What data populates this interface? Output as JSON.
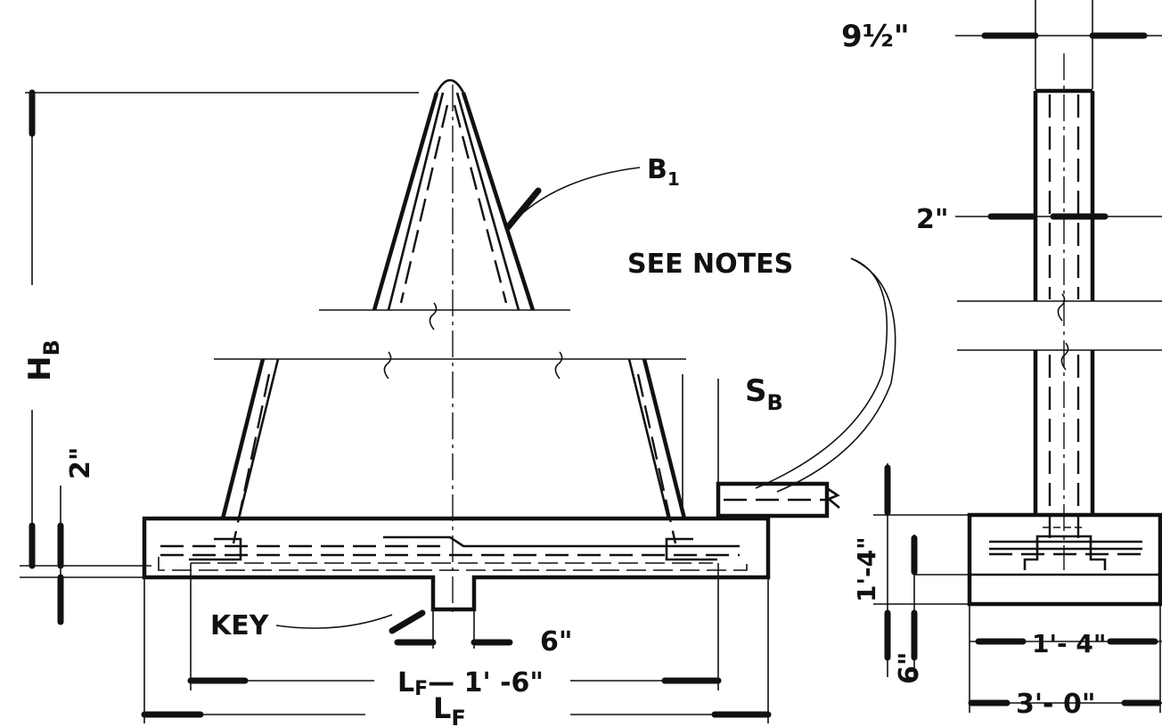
{
  "labels": {
    "top_thickness": "9½\"",
    "bar_b1": "B",
    "bar_b1_sub": "1",
    "see_notes": "SEE  NOTES",
    "side_cover": "2\"",
    "slab_sb": "S",
    "slab_sb_sub": "B",
    "height_hb": "H",
    "height_hb_sub": "B",
    "cover_2in": "2\"",
    "depth_1ft4in": "1'-4\"",
    "key": "KEY",
    "key_width": "6\"",
    "inner_length": "L",
    "inner_length_sub": "F",
    "inner_length_rest": "— 1' -6\"",
    "footing_length": "L",
    "footing_length_sub": "F",
    "key_depth": "6\"",
    "stem_width": "1'- 4\"",
    "footing_width": "3'- 0\""
  }
}
